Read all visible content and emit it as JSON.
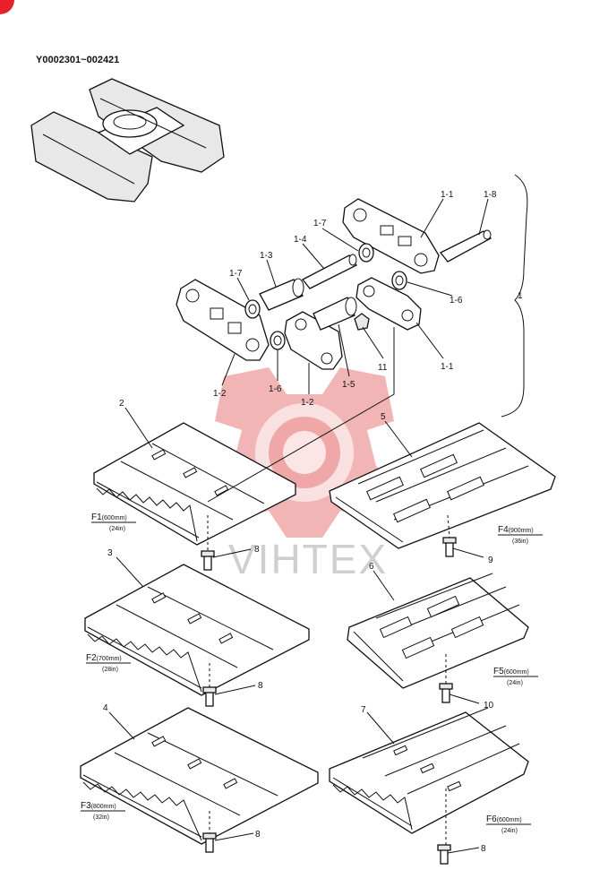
{
  "header": {
    "serial_range": "Y0002301~002421"
  },
  "watermark": {
    "text": "VIHTEX",
    "color": "#e87878"
  },
  "corner_badge": {
    "color": "#e8202a"
  },
  "callouts": {
    "c1_1a": "1-1",
    "c1_8": "1-8",
    "c1_7a": "1-7",
    "c1_4": "1-4",
    "c1_3": "1-3",
    "c1_7b": "1-7",
    "c1_6a": "1-6",
    "c1": "1",
    "c1_2a": "1-2",
    "c1_6b": "1-6",
    "c1_2b": "1-2",
    "c1_5": "1-5",
    "c11": "11",
    "c1_1b": "1-1",
    "c2": "2",
    "c3": "3",
    "c4": "4",
    "c5": "5",
    "c6": "6",
    "c7": "7",
    "c8a": "8",
    "c8b": "8",
    "c8c": "8",
    "c8d": "8",
    "c9": "9",
    "c10": "10"
  },
  "shoes": {
    "f1": {
      "code": "F1",
      "metric": "(600",
      "unit": "mm)",
      "inch": "(24in)"
    },
    "f2": {
      "code": "F2",
      "metric": "(700",
      "unit": "mm)",
      "inch": "(28in)"
    },
    "f3": {
      "code": "F3",
      "metric": "(800",
      "unit": "mm)",
      "inch": "(32in)"
    },
    "f4": {
      "code": "F4",
      "metric": "(900",
      "unit": "mm)",
      "inch": "(36in)"
    },
    "f5": {
      "code": "F5",
      "metric": "(600",
      "unit": "mm)",
      "inch": "(24in)"
    },
    "f6": {
      "code": "F6",
      "metric": "(600",
      "unit": "mm)",
      "inch": "(24in)"
    }
  }
}
